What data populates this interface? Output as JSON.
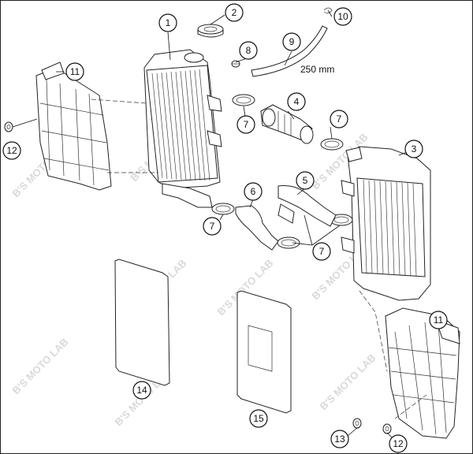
{
  "callouts": [
    "1",
    "2",
    "3",
    "4",
    "5",
    "6",
    "7",
    "8",
    "9",
    "10",
    "11",
    "12",
    "13",
    "14",
    "15"
  ],
  "dimension": "250 mm",
  "watermark": "B'S MOTO LAB",
  "accent": "#111111"
}
